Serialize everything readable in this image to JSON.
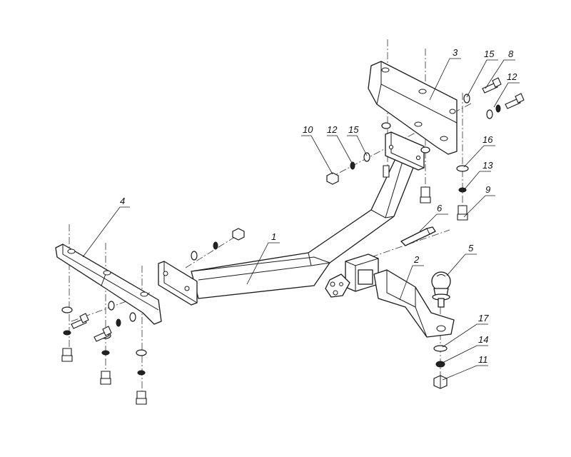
{
  "callouts": {
    "c1": "1",
    "c2": "2",
    "c3": "3",
    "c4": "4",
    "c5": "5",
    "c6": "6",
    "c8": "8",
    "c9": "9",
    "c10": "10",
    "c11": "11",
    "c12a": "12",
    "c12b": "12",
    "c13": "13",
    "c14": "14",
    "c15a": "15",
    "c15b": "15",
    "c16": "16",
    "c17": "17"
  }
}
